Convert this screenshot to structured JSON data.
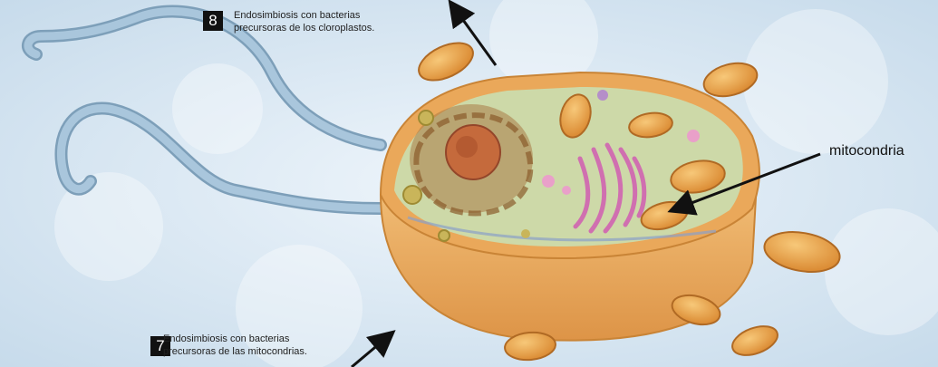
{
  "annotations": [
    {
      "number": "8",
      "text_line1": "Endosimbiosis con bacterias",
      "text_line2": "precursoras de los cloroplastos."
    },
    {
      "number": "7",
      "text_line1": "Endosimbiosis con bacterias",
      "text_line2": "precursoras de las mitocondrias."
    }
  ],
  "labels": {
    "mitochondria": "mitocondria"
  },
  "colors": {
    "background": "#dbe9f4",
    "cell_membrane": "#e8a453",
    "cytoplasm": "#c9d7a4",
    "nucleus": "#c56a3c",
    "flagellum": "#8fb2cb",
    "mitochondrion": "#eaa647",
    "golgi": "#d06fb0"
  }
}
